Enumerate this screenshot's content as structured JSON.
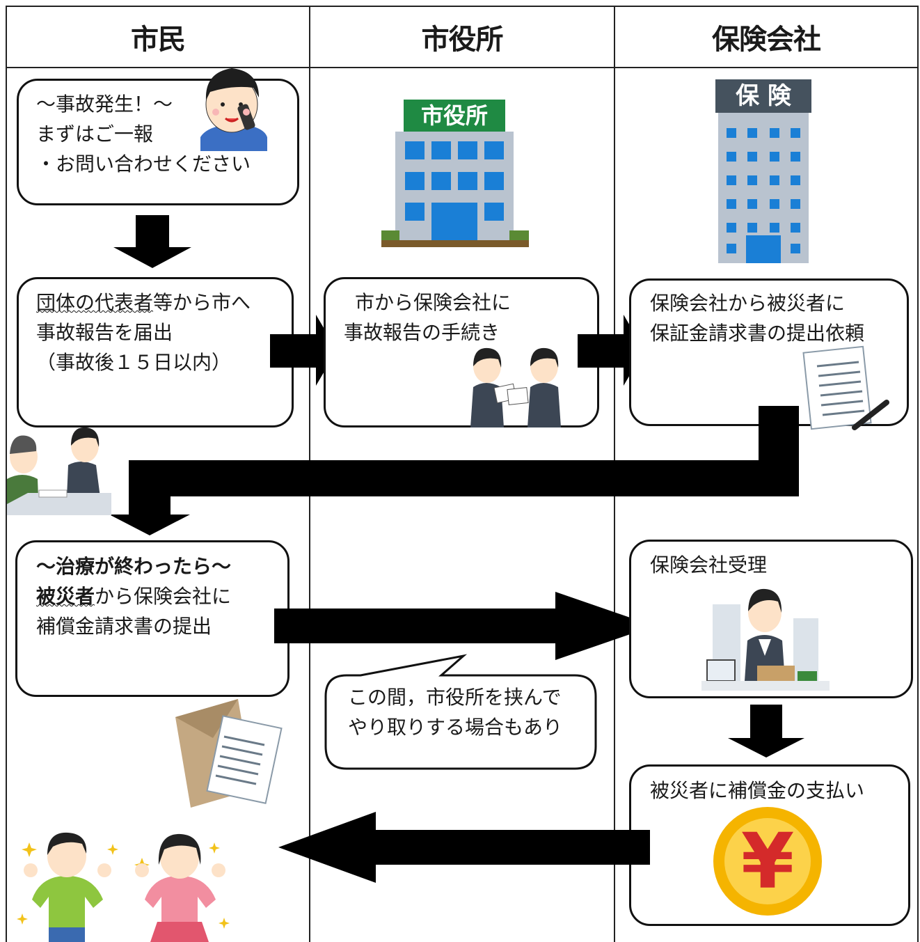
{
  "columns": [
    "市民",
    "市役所",
    "保険会社"
  ],
  "citizen": {
    "accident_title": "～事故発生！～",
    "accident_line2": "まずはご一報",
    "accident_line3": "・お問い合わせください",
    "report_underlined": "団体の代表者",
    "report_line1_rest": "等から市へ",
    "report_line2": "事故報告を届出",
    "report_line3": "（事故後１５日以内）",
    "treatment_title": "～治療が終わったら～",
    "treatment_underlined": "被災者",
    "treatment_line2_rest": "から保険会社に",
    "treatment_line3": "補償金請求書の提出"
  },
  "city": {
    "building_sign": "市役所",
    "procedure_line1": "市から保険会社に",
    "procedure_line2": "事故報告の手続き",
    "note_line1": "この間，市役所を挟んで",
    "note_line2": "やり取りする場合もあり"
  },
  "insurer": {
    "building_sign": "保 険",
    "request_line1": "保険会社から被災者に",
    "request_line2": "保証金請求書の提出依頼",
    "receipt": "保険会社受理",
    "payment": "被災者に補償金の支払い",
    "yen_symbol": "¥"
  },
  "colors": {
    "building_sign_green": "#1f8a43",
    "building_blue": "#1a7fd6",
    "insurer_sign": "#45525e",
    "coin": "#f5b400",
    "coin_mark": "#d42a2a"
  }
}
